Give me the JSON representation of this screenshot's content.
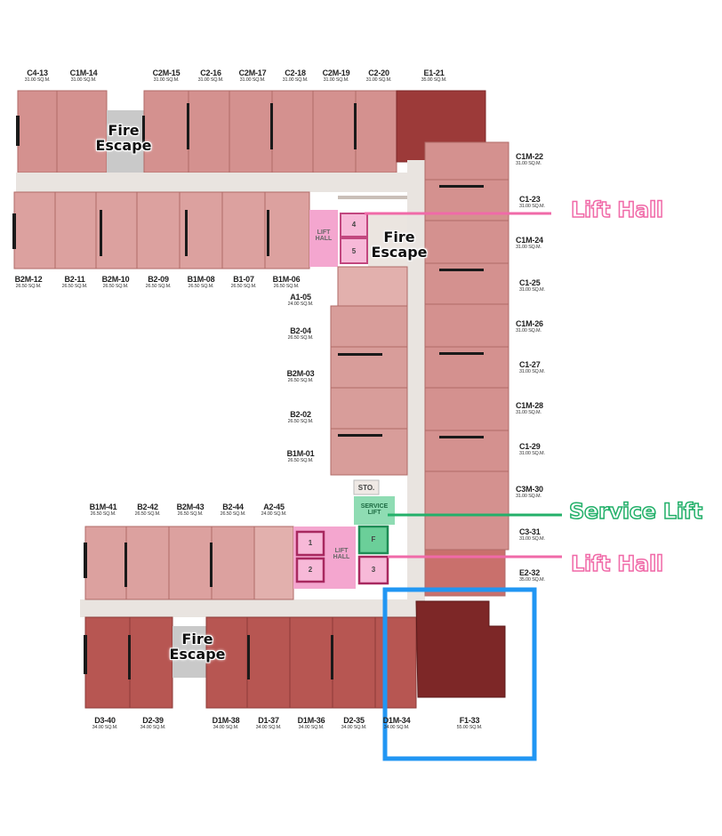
{
  "units": {
    "top": [
      {
        "code": "C4-13",
        "area": "31.00 SQ.M."
      },
      {
        "code": "C1M-14",
        "area": "31.00 SQ.M."
      },
      {
        "code": "C2M-15",
        "area": "31.00 SQ.M."
      },
      {
        "code": "C2-16",
        "area": "31.00 SQ.M."
      },
      {
        "code": "C2M-17",
        "area": "31.00 SQ.M."
      },
      {
        "code": "C2-18",
        "area": "31.00 SQ.M."
      },
      {
        "code": "C2M-19",
        "area": "31.00 SQ.M."
      },
      {
        "code": "C2-20",
        "area": "31.00 SQ.M."
      },
      {
        "code": "E1-21",
        "area": "35.00 SQ.M."
      }
    ],
    "b_row": [
      {
        "code": "B2M-12",
        "area": "26.50 SQ.M."
      },
      {
        "code": "B2-11",
        "area": "26.50 SQ.M."
      },
      {
        "code": "B2M-10",
        "area": "26.50 SQ.M."
      },
      {
        "code": "B2-09",
        "area": "26.50 SQ.M."
      },
      {
        "code": "B1M-08",
        "area": "26.50 SQ.M."
      },
      {
        "code": "B1-07",
        "area": "26.50 SQ.M."
      },
      {
        "code": "B1M-06",
        "area": "26.50 SQ.M."
      }
    ],
    "center": [
      {
        "code": "A1-05",
        "area": "24.00 SQ.M."
      },
      {
        "code": "B2-04",
        "area": "26.50 SQ.M."
      },
      {
        "code": "B2M-03",
        "area": "26.50 SQ.M."
      },
      {
        "code": "B2-02",
        "area": "26.50 SQ.M."
      },
      {
        "code": "B1M-01",
        "area": "26.50 SQ.M."
      }
    ],
    "right": [
      {
        "code": "C1M-22",
        "area": "31.00 SQ.M."
      },
      {
        "code": "C1-23",
        "area": "31.00 SQ.M."
      },
      {
        "code": "C1M-24",
        "area": "31.00 SQ.M."
      },
      {
        "code": "C1-25",
        "area": "31.00 SQ.M."
      },
      {
        "code": "C1M-26",
        "area": "31.00 SQ.M."
      },
      {
        "code": "C1-27",
        "area": "31.00 SQ.M."
      },
      {
        "code": "C1M-28",
        "area": "31.00 SQ.M."
      },
      {
        "code": "C1-29",
        "area": "31.00 SQ.M."
      },
      {
        "code": "C3M-30",
        "area": "31.00 SQ.M."
      },
      {
        "code": "C3-31",
        "area": "31.00 SQ.M."
      },
      {
        "code": "E2-32",
        "area": "35.00 SQ.M."
      }
    ],
    "lower_row": [
      {
        "code": "B1M-41",
        "area": "26.50 SQ.M."
      },
      {
        "code": "B2-42",
        "area": "26.50 SQ.M."
      },
      {
        "code": "B2M-43",
        "area": "26.50 SQ.M."
      },
      {
        "code": "B2-44",
        "area": "26.50 SQ.M."
      },
      {
        "code": "A2-45",
        "area": "24.00 SQ.M."
      }
    ],
    "bottom": [
      {
        "code": "D3-40",
        "area": "34.00 SQ.M."
      },
      {
        "code": "D2-39",
        "area": "34.00 SQ.M."
      },
      {
        "code": "D1M-38",
        "area": "34.00 SQ.M."
      },
      {
        "code": "D1-37",
        "area": "34.00 SQ.M."
      },
      {
        "code": "D1M-36",
        "area": "34.00 SQ.M."
      },
      {
        "code": "D2-35",
        "area": "34.00 SQ.M."
      },
      {
        "code": "D1M-34",
        "area": "34.00 SQ.M."
      },
      {
        "code": "F1-33",
        "area": "55.00 SQ.M."
      }
    ]
  },
  "fire_escape_label": "Fire Escape",
  "lift_hall_small": "LIFT HALL",
  "service_lift_small": "SERVICE LIFT",
  "storage_label": "STO.",
  "lifts": [
    "1",
    "2",
    "3",
    "4",
    "5",
    "F"
  ],
  "callouts": {
    "lift_hall_upper": "Lift Hall",
    "service_lift": "Service Lift",
    "lift_hall_lower": "Lift Hall"
  },
  "colors": {
    "unit_pink": "#d4918f",
    "unit_light": "#e2b0ad",
    "unit_dark": "#b75652",
    "unit_darkest": "#7d2727",
    "corridor": "#e9e4e0",
    "lift_hall": "#f4a6cf",
    "service_lift": "#6bcf99",
    "callout_pink": "#f06aa8",
    "callout_green": "#23b06a",
    "highlight_blue": "#2196f3"
  }
}
